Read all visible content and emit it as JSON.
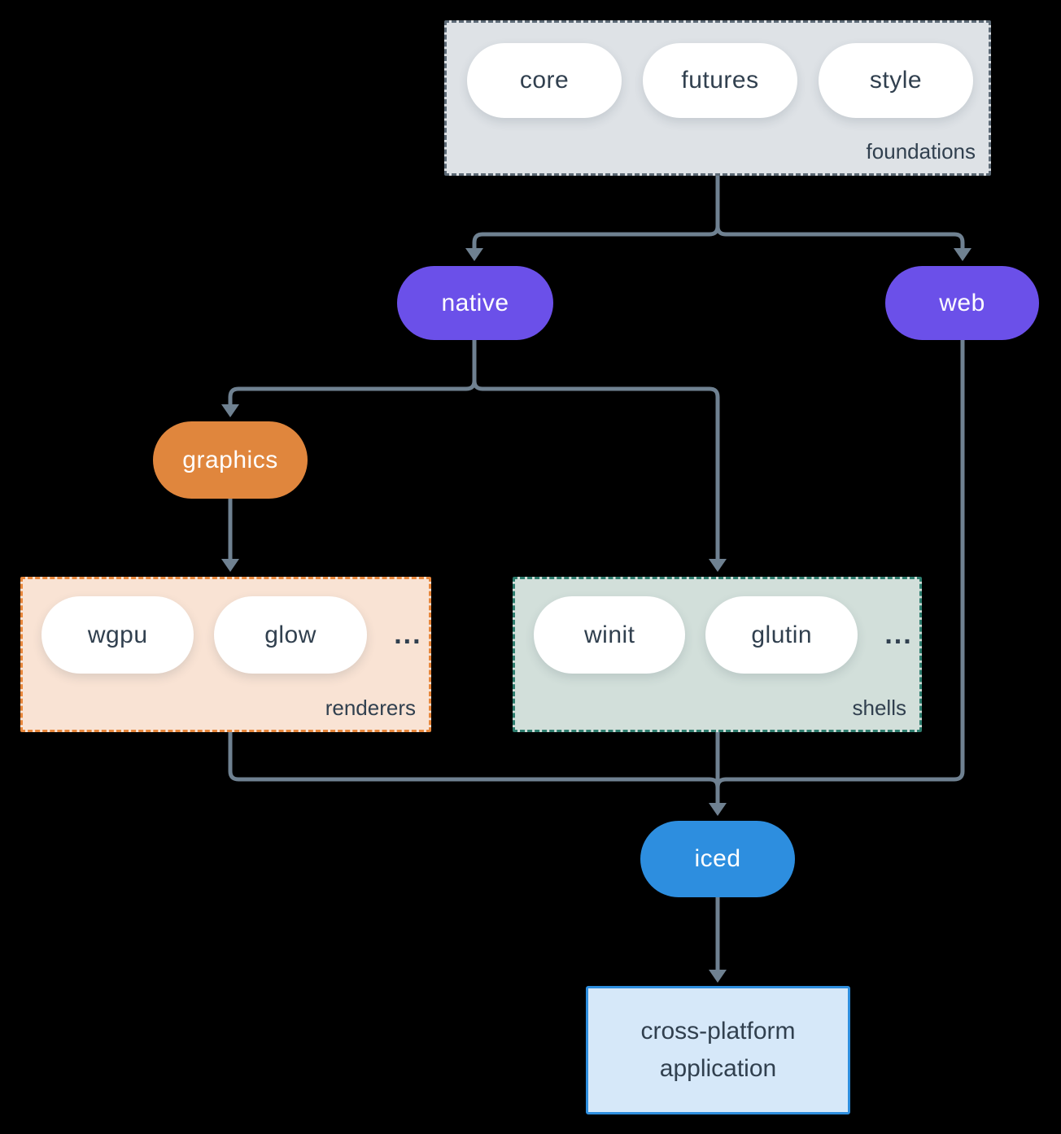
{
  "diagram": {
    "foundations": {
      "label": "foundations",
      "pills": [
        "core",
        "futures",
        "style"
      ]
    },
    "native": {
      "label": "native"
    },
    "web": {
      "label": "web"
    },
    "graphics": {
      "label": "graphics"
    },
    "renderers": {
      "label": "renderers",
      "pills": [
        "wgpu",
        "glow"
      ],
      "ellipsis": "..."
    },
    "shells": {
      "label": "shells",
      "pills": [
        "winit",
        "glutin"
      ],
      "ellipsis": "..."
    },
    "iced": {
      "label": "iced"
    },
    "application": {
      "label": "cross-platform application"
    }
  },
  "colors": {
    "bg": "#000000",
    "line": "#6f8191",
    "ink": "#31404f",
    "pill-white": "#ffffff",
    "purple": "#6b50e9",
    "orange": "#e0863d",
    "blue": "#2d8edf",
    "foundations-fill": "#dee2e6",
    "foundations-border": "#5d6a76",
    "renderers-fill": "#f9e3d4",
    "renderers-border": "#e8873b",
    "shells-fill": "#d2dfda",
    "shells-border": "#2e7d6e",
    "app-fill": "#d6e8f9",
    "app-border": "#2e8ede"
  }
}
